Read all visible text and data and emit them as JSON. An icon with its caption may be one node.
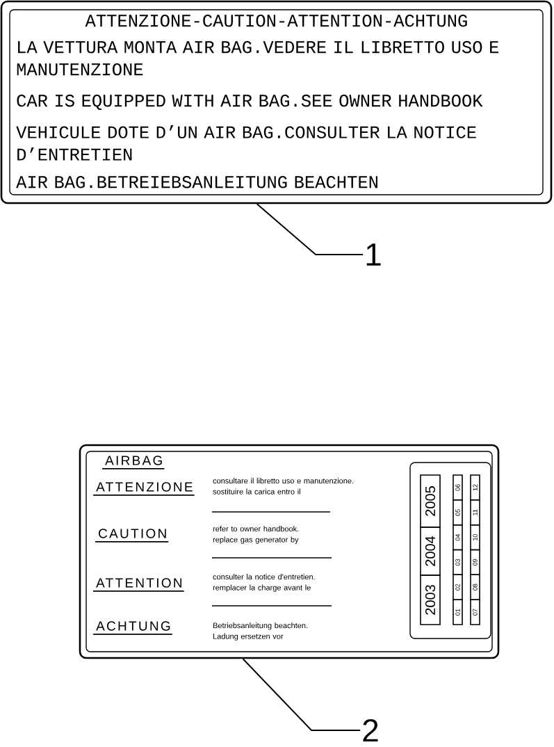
{
  "diagram": {
    "nodes": [
      {
        "text": [
          "ATTENZIONE-CAUTION-ATTENTION-ACHTUNG",
          "LA VETTURA MONTA AIR BAG.VEDERE IL LIBRETTO USO E MANUTENZIONE",
          "CAR IS EQUIPPED WITH AIR BAG.SEE OWNER HANDBOOK",
          "VEHICULE DOTE D’UN AIR BAG.CONSULTER LA NOTICE D’ENTRETIEN",
          "AIR BAG.BETREIEBSANLEITUNG BEACHTEN"
        ]
      },
      {
        "text": [
          "1"
        ]
      },
      {
        "text": [
          "AIRBAG",
          "ATTENZIONE",
          "consultare il libretto uso e manutenzione. sostituire la carica entro il",
          "CAUTION",
          "refer to owner handbook. replace gas generator by",
          "ATTENTION",
          "consulter la notice d'entretien. remplacer la charge avant le",
          "ACHTUNG",
          "Betriebsanleitung beachten. Ladung ersetzen vor"
        ]
      },
      {
        "text": [
          "2003",
          "2004",
          "2005",
          "01",
          "02",
          "03",
          "04",
          "05",
          "06",
          "07",
          "08",
          "09",
          "10",
          "11",
          "12"
        ],
        "in": 2
      },
      {
        "text": [
          "2"
        ]
      }
    ],
    "edges": [
      {
        "from": 1,
        "to": 0,
        "arrow": "none"
      },
      {
        "from": 4,
        "to": 2,
        "arrow": "none"
      }
    ]
  }
}
